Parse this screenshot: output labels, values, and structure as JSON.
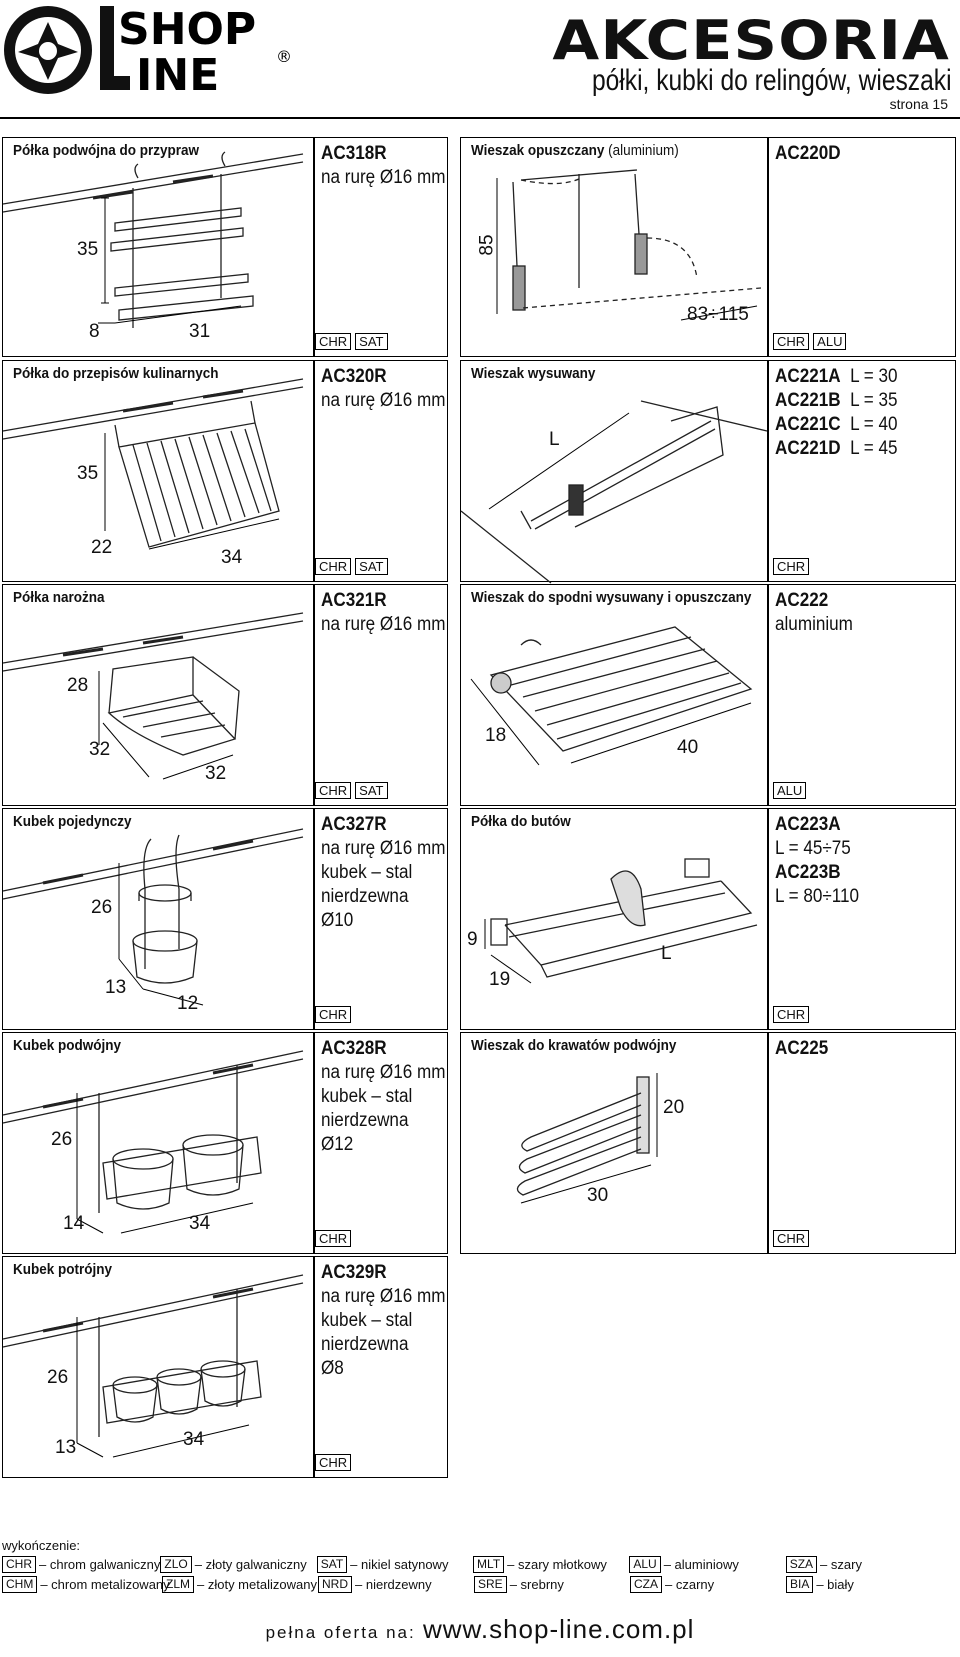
{
  "brand": {
    "logo_top": "SHOP",
    "logo_bottom": "INE",
    "logo_letter": "L",
    "registered": "®",
    "title": "AKCESORIA",
    "subtitle": "półki, kubki do relingów, wieszaki",
    "page": "strona 15"
  },
  "products_left": [
    {
      "name": "Półka podwójna do przypraw",
      "code": "AC318R",
      "desc": [
        "na rurę Ø16 mm"
      ],
      "dims": [
        "35",
        "8",
        "31"
      ],
      "finishes": [
        "CHR",
        "SAT"
      ]
    },
    {
      "name": "Półka do przepisów kulinarnych",
      "code": "AC320R",
      "desc": [
        "na rurę Ø16 mm"
      ],
      "dims": [
        "35",
        "22",
        "34"
      ],
      "finishes": [
        "CHR",
        "SAT"
      ]
    },
    {
      "name": "Półka narożna",
      "code": "AC321R",
      "desc": [
        "na rurę Ø16 mm"
      ],
      "dims": [
        "28",
        "32",
        "32"
      ],
      "finishes": [
        "CHR",
        "SAT"
      ]
    },
    {
      "name": "Kubek pojedynczy",
      "code": "AC327R",
      "desc": [
        "na rurę Ø16 mm",
        "kubek – stal",
        "nierdzewna",
        "Ø10"
      ],
      "dims": [
        "26",
        "13",
        "12"
      ],
      "finishes": [
        "CHR"
      ]
    },
    {
      "name": "Kubek podwójny",
      "code": "AC328R",
      "desc": [
        "na rurę Ø16 mm",
        "kubek – stal",
        "nierdzewna",
        "Ø12"
      ],
      "dims": [
        "26",
        "14",
        "34"
      ],
      "finishes": [
        "CHR"
      ]
    },
    {
      "name": "Kubek potrójny",
      "code": "AC329R",
      "desc": [
        "na rurę Ø16 mm",
        "kubek – stal",
        "nierdzewna",
        "Ø8"
      ],
      "dims": [
        "26",
        "13",
        "34"
      ],
      "finishes": [
        "CHR"
      ]
    }
  ],
  "products_right": [
    {
      "name": "Wieszak opuszczany",
      "name_note": "(aluminium)",
      "codes": [
        {
          "code": "AC220D",
          "note": ""
        }
      ],
      "desc": [],
      "dims": [
        "85",
        "83÷115"
      ],
      "finishes": [
        "CHR",
        "ALU"
      ]
    },
    {
      "name": "Wieszak wysuwany",
      "name_note": "",
      "codes": [
        {
          "code": "AC221A",
          "note": "L = 30"
        },
        {
          "code": "AC221B",
          "note": "L = 35"
        },
        {
          "code": "AC221C",
          "note": "L = 40"
        },
        {
          "code": "AC221D",
          "note": "L = 45"
        }
      ],
      "desc": [],
      "dims": [
        "L"
      ],
      "finishes": [
        "CHR"
      ]
    },
    {
      "name": "Wieszak do spodni wysuwany i opuszczany",
      "name_note": "",
      "codes": [
        {
          "code": "AC222",
          "note": ""
        }
      ],
      "desc": [
        "aluminium"
      ],
      "dims": [
        "18",
        "40"
      ],
      "finishes": [
        "ALU"
      ]
    },
    {
      "name": "Półka do butów",
      "name_note": "",
      "codes": [
        {
          "code": "AC223A",
          "note": ""
        },
        {
          "code": "AC223B",
          "note": ""
        }
      ],
      "desc": [
        "L = 45÷75",
        "L = 80÷110"
      ],
      "dims": [
        "9",
        "19",
        "L"
      ],
      "finishes": [
        "CHR"
      ]
    },
    {
      "name": "Wieszak do krawatów podwójny",
      "name_note": "",
      "codes": [
        {
          "code": "AC225",
          "note": ""
        }
      ],
      "desc": [],
      "dims": [
        "20",
        "30"
      ],
      "finishes": [
        "CHR"
      ]
    }
  ],
  "legend": {
    "title": "wykończenie:",
    "rows": [
      [
        {
          "code": "CHR",
          "label": "– chrom galwaniczny"
        },
        {
          "code": "ZLO",
          "label": "– złoty galwaniczny"
        },
        {
          "code": "SAT",
          "label": "– nikiel satynowy"
        },
        {
          "code": "MLT",
          "label": "– szary młotkowy"
        },
        {
          "code": "ALU",
          "label": "– aluminiowy"
        },
        {
          "code": "SZA",
          "label": "– szary"
        }
      ],
      [
        {
          "code": "CHM",
          "label": "– chrom metalizowany"
        },
        {
          "code": "ZLM",
          "label": "– złoty metalizowany"
        },
        {
          "code": "NRD",
          "label": "– nierdzewny"
        },
        {
          "code": "SRE",
          "label": "– srebrny"
        },
        {
          "code": "CZA",
          "label": "– czarny"
        },
        {
          "code": "BIA",
          "label": "– biały"
        }
      ]
    ]
  },
  "footer": {
    "pre": "pełna oferta na:",
    "url": "www.shop-line.com.pl"
  }
}
